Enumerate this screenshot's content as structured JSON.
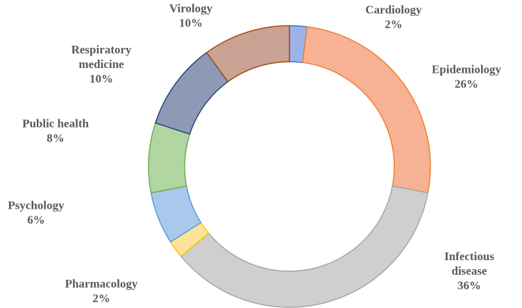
{
  "chart_data": {
    "type": "pie",
    "variant": "donut",
    "legend": "none",
    "slices": [
      {
        "category": [
          "Cardiology"
        ],
        "value": 2,
        "label": "2%",
        "fill": "#9db3e8",
        "stroke": "#4472c4"
      },
      {
        "category": [
          "Epidemiology"
        ],
        "value": 26,
        "label": "26%",
        "fill": "#f6b293",
        "stroke": "#ed7d31"
      },
      {
        "category": [
          "Infectious",
          "disease"
        ],
        "value": 36,
        "label": "36%",
        "fill": "#cfcfcf",
        "stroke": "#a5a5a5"
      },
      {
        "category": [
          "Pharmacology"
        ],
        "value": 2,
        "label": "2%",
        "fill": "#fde399",
        "stroke": "#ffc000"
      },
      {
        "category": [
          "Psychology"
        ],
        "value": 6,
        "label": "6%",
        "fill": "#a9c8ec",
        "stroke": "#5b9bd5"
      },
      {
        "category": [
          "Public health"
        ],
        "value": 8,
        "label": "8%",
        "fill": "#b1d6a1",
        "stroke": "#70ad47"
      },
      {
        "category": [
          "Respiratory",
          "medicine"
        ],
        "value": 10,
        "label": "10%",
        "fill": "#8e9ab5",
        "stroke": "#264478"
      },
      {
        "category": [
          "Virology"
        ],
        "value": 10,
        "label": "10%",
        "fill": "#c9a294",
        "stroke": "#9e480e"
      }
    ]
  }
}
